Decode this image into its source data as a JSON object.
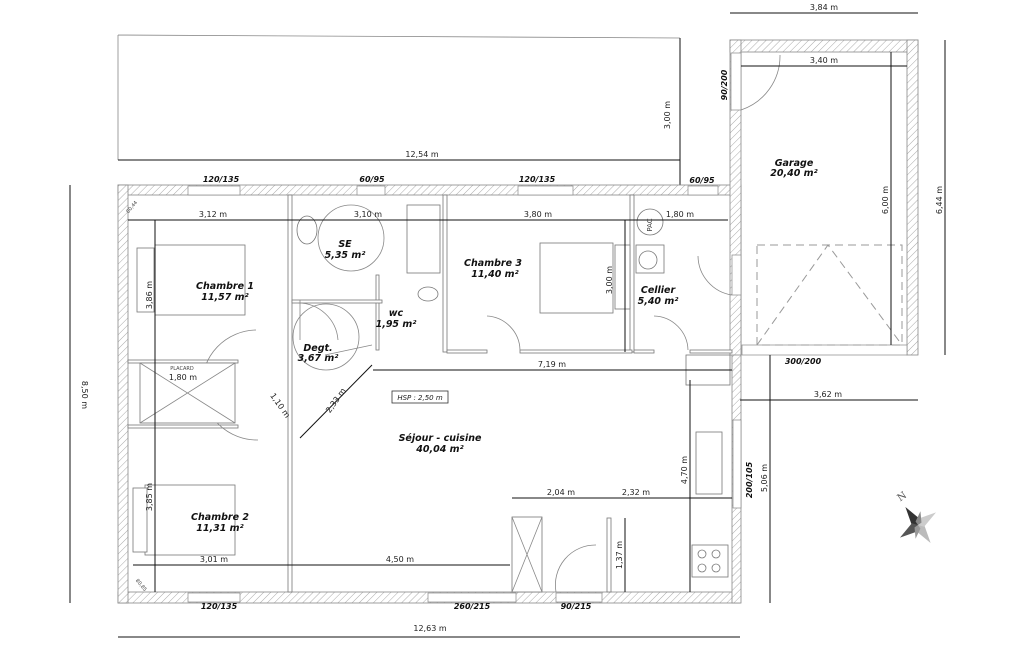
{
  "rooms": {
    "chambre1": {
      "name": "Chambre 1",
      "area": "11,57 m²"
    },
    "se": {
      "name": "SE",
      "area": "5,35 m²"
    },
    "chambre3": {
      "name": "Chambre 3",
      "area": "11,40 m²"
    },
    "cellier": {
      "name": "Cellier",
      "area": "5,40 m²"
    },
    "wc": {
      "name": "wc",
      "area": "1,95 m²"
    },
    "degt": {
      "name": "Degt.",
      "area": "3,67 m²"
    },
    "sejour": {
      "name": "Séjour - cuisine",
      "area": "40,04 m²"
    },
    "chambre2": {
      "name": "Chambre 2",
      "area": "11,31 m²"
    },
    "garage": {
      "name": "Garage",
      "area": "20,40 m²"
    }
  },
  "openings": {
    "top_w1": "120/135",
    "top_w2": "60/95",
    "top_w3": "120/135",
    "top_w4": "60/95",
    "bot_w1": "120/135",
    "bot_w2": "260/215",
    "bot_door": "90/215",
    "garage_door": "300/200",
    "garage_side_door": "90/200",
    "east_window": "200/105",
    "corner_top": "80,44",
    "corner_bottom": "80,85"
  },
  "dimensions": {
    "overall_top": "12,54 m",
    "terrace_depth": "3,00 m",
    "garage_outer_width": "3,84 m",
    "garage_inner_width": "3,40 m",
    "garage_inner_depth": "6,00 m",
    "garage_outer_depth": "6,44 m",
    "garage_front": "3,62 m",
    "overall_left": "8,50 m",
    "overall_right": "5,06 m",
    "overall_bottom": "12,63 m",
    "ch1_width": "3,12 m",
    "se_width": "3,10 m",
    "ch3_width": "3,80 m",
    "cellier_width": "1,80 m",
    "ch1_depth": "3,86 m",
    "ch3_depth": "3,00 m",
    "sejour_width": "7,19 m",
    "placard_width": "1,80 m",
    "hall_width": "1,10 m",
    "diag": "2,33 m",
    "ch2_depth": "3,85 m",
    "ch2_width": "3,01 m",
    "sejour_bottom": "4,50 m",
    "kitchen_a": "2,04 m",
    "kitchen_b": "2,32 m",
    "kitchen_depth": "4,70 m",
    "entry_depth": "1,37 m"
  },
  "labels": {
    "hsp": "HSP : 2,50 m",
    "placard": "PLACARD",
    "pac": "PAC",
    "compass_n": "N"
  }
}
